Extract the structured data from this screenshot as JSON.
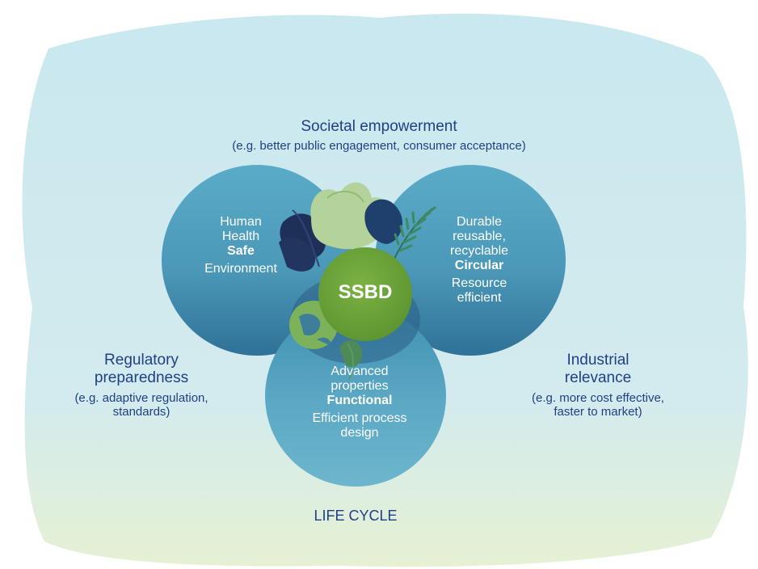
{
  "top": {
    "title": "Societal empowerment",
    "subtitle": "(e.g. better public engagement, consumer acceptance)"
  },
  "left": {
    "title_line1": "Regulatory",
    "title_line2": "preparedness",
    "sub_line1": "(e.g. adaptive regulation,",
    "sub_line2": "standards)"
  },
  "right": {
    "title_line1": "Industrial",
    "title_line2": "relevance",
    "sub_line1": "(e.g. more cost effective,",
    "sub_line2": "faster to market)"
  },
  "bottom": {
    "label": "LIFE CYCLE"
  },
  "center": {
    "label": "SSBD"
  },
  "circles": {
    "safe": {
      "line1": "Human",
      "line2": "Health",
      "keyword": "Safe",
      "line3": "Environment"
    },
    "circular": {
      "line1": "Durable",
      "line2": "reusable,",
      "line3": "recyclable",
      "keyword": "Circular",
      "line4": "Resource",
      "line5": "efficient"
    },
    "functional": {
      "line1": "Advanced",
      "line2": "properties",
      "keyword": "Functional",
      "line3": "Efficient process",
      "line4": "design"
    }
  },
  "colors": {
    "heading_text": "#1f3f86",
    "circle_blue": "#4f9fbd",
    "circle_dark": "#1f6388",
    "center_green": "#6ea33a",
    "background_blob": "#cfeaf0",
    "background_blob_bottom": "#e4f0d4"
  }
}
